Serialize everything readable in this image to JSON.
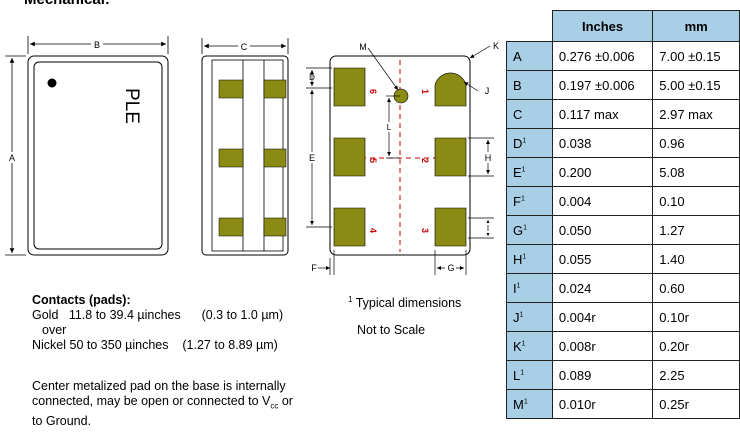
{
  "heading": "Mechanical:",
  "table": {
    "headers": {
      "inches": "Inches",
      "mm": "mm"
    },
    "rows": [
      {
        "label": "A",
        "sup": "",
        "inches": "0.276 ±0.006",
        "mm": "7.00 ±0.15"
      },
      {
        "label": "B",
        "sup": "",
        "inches": "0.197 ±0.006",
        "mm": "5.00 ±0.15"
      },
      {
        "label": "C",
        "sup": "",
        "inches": "0.117 max",
        "mm": "2.97 max"
      },
      {
        "label": "D",
        "sup": "1",
        "inches": "0.038",
        "mm": "0.96"
      },
      {
        "label": "E",
        "sup": "1",
        "inches": "0.200",
        "mm": "5.08"
      },
      {
        "label": "F",
        "sup": "1",
        "inches": "0.004",
        "mm": "0.10"
      },
      {
        "label": "G",
        "sup": "1",
        "inches": "0.050",
        "mm": "1.27"
      },
      {
        "label": "H",
        "sup": "1",
        "inches": "0.055",
        "mm": "1.40"
      },
      {
        "label": "I",
        "sup": "1",
        "inches": "0.024",
        "mm": "0.60"
      },
      {
        "label": "J",
        "sup": "1",
        "inches": "0.004r",
        "mm": "0.10r"
      },
      {
        "label": "K",
        "sup": "1",
        "inches": "0.008r",
        "mm": "0.20r"
      },
      {
        "label": "L",
        "sup": "1",
        "inches": "0.089",
        "mm": "2.25"
      },
      {
        "label": "M",
        "sup": "1",
        "inches": "0.010r",
        "mm": "0.25r"
      }
    ]
  },
  "contacts": {
    "title": "Contacts (pads):",
    "gold_label": "Gold",
    "gold_value": "11.8 to 39.4 µinches",
    "gold_metric": "(0.3 to 1.0 µm)",
    "over": "over",
    "nickel_label": "Nickel",
    "nickel_value": "50 to 350 µinches",
    "nickel_metric": "(1.27 to 8.89 µm)"
  },
  "footnote": {
    "sup": "1",
    "text": "Typical dimensions"
  },
  "scale_note": "Not to Scale",
  "center_note": {
    "line1": "Center metalized pad on the base is internally",
    "line2a": "connected, may be open or connected to V",
    "line2sub": "cc",
    "line2b": " or",
    "line3": "to Ground."
  },
  "drawing": {
    "brand": "PLE",
    "dim_labels": {
      "A": "A",
      "B": "B",
      "C": "C",
      "D": "D",
      "E": "E",
      "F": "F",
      "G": "G",
      "H": "H",
      "I": "I",
      "J": "J",
      "K": "K",
      "L": "L",
      "M": "M"
    },
    "pin_numbers": [
      "1",
      "2",
      "3",
      "4",
      "5",
      "6"
    ],
    "colors": {
      "pad": "#8b8a14",
      "package": "#000000",
      "pin_number": "#cc0000"
    }
  }
}
